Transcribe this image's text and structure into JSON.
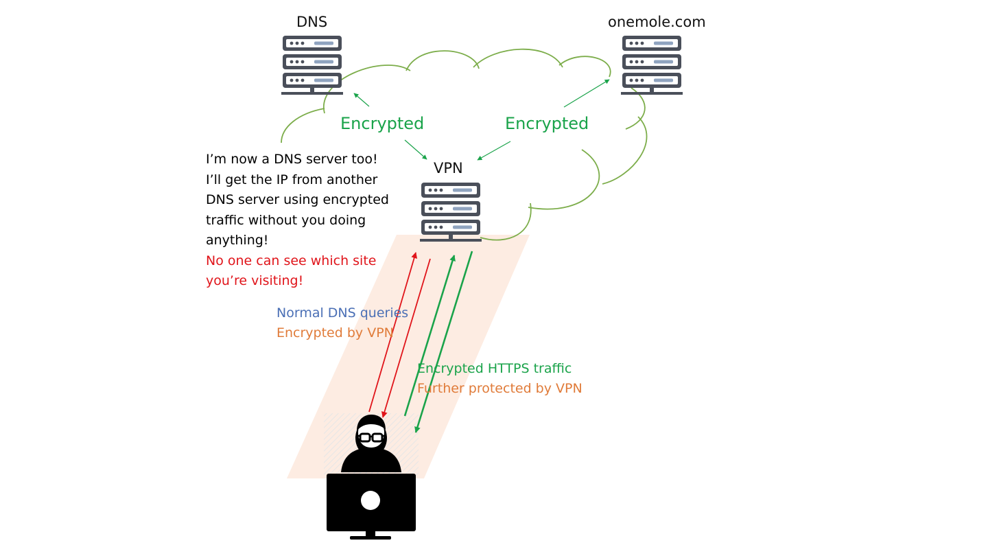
{
  "nodes": {
    "dns": {
      "label": "DNS"
    },
    "site": {
      "label": "onemole.com"
    },
    "vpn": {
      "label": "VPN"
    }
  },
  "cloud_labels": {
    "left": "Encrypted",
    "right": "Encrypted"
  },
  "speech": {
    "lines": [
      "I’m now a DNS server too!",
      "I’ll get the IP from another",
      "DNS server using encrypted",
      "traffic without you doing",
      "anything!"
    ],
    "warning_lines": [
      "No one can see which site",
      "you’re visiting!"
    ]
  },
  "dns_note": {
    "line1": "Normal DNS queries",
    "line2": "Encrypted by VPN"
  },
  "https_note": {
    "line1": "Encrypted HTTPS traffic",
    "line2": "Further protected by VPN"
  },
  "colors": {
    "cloud_stroke": "#7cad4a",
    "encrypted_green": "#1aa34a",
    "dns_query_blue": "#4a6fb5",
    "vpn_orange": "#e07b39",
    "warning_red": "#e0141a",
    "server_gray": "#4a4f5a",
    "tunnel_fill": "#fdece2"
  },
  "icons": {
    "server": "server-rack-icon",
    "user": "user-with-glasses-icon",
    "monitor": "monitor-icon"
  }
}
